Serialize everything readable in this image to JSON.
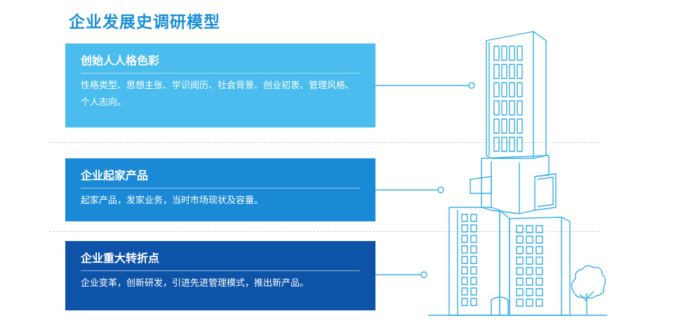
{
  "title": "企业发展史调研模型",
  "cards": [
    {
      "heading": "创始人人格色彩",
      "description": "性格类型、思想主张、学识阅历、社会背景、创业初衷、管理风格、个人志向。"
    },
    {
      "heading": "企业起家产品",
      "description": "起家产品，发家业务，当时市场现状及容量。"
    },
    {
      "heading": "企业重大转折点",
      "description": "企业变革，创新研发，引进先进管理模式，推出新产品。"
    }
  ],
  "colors": {
    "title": "#1b8fd9",
    "card1": "#4bbcee",
    "card2": "#1a8ad7",
    "card3": "#0d53a8",
    "line_art": "#35aee8"
  }
}
